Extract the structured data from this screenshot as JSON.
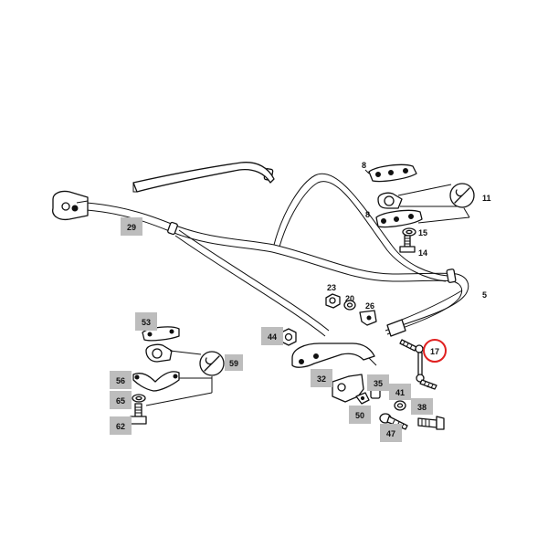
{
  "diagram": {
    "callouts_boxed": [
      {
        "id": "c29",
        "label": "29"
      },
      {
        "id": "c53",
        "label": "53"
      },
      {
        "id": "c44",
        "label": "44"
      },
      {
        "id": "c59",
        "label": "59"
      },
      {
        "id": "c56",
        "label": "56"
      },
      {
        "id": "c65",
        "label": "65"
      },
      {
        "id": "c62",
        "label": "62"
      },
      {
        "id": "c32",
        "label": "32"
      },
      {
        "id": "c35",
        "label": "35"
      },
      {
        "id": "c41",
        "label": "41"
      },
      {
        "id": "c38",
        "label": "38"
      },
      {
        "id": "c50",
        "label": "50"
      },
      {
        "id": "c47",
        "label": "47"
      }
    ],
    "labels_plain": [
      {
        "id": "p8a",
        "label": "8"
      },
      {
        "id": "p11",
        "label": "11"
      },
      {
        "id": "p8b",
        "label": "8"
      },
      {
        "id": "p15",
        "label": "15"
      },
      {
        "id": "p14",
        "label": "14"
      },
      {
        "id": "p5",
        "label": "5"
      },
      {
        "id": "p23",
        "label": "23"
      },
      {
        "id": "p20",
        "label": "20"
      },
      {
        "id": "p26",
        "label": "26"
      }
    ],
    "highlight": {
      "label": "17",
      "color": "#e02020"
    },
    "colors": {
      "line": "#111111",
      "callout_bg": "#bdbdbd",
      "highlight": "#e02020"
    }
  }
}
